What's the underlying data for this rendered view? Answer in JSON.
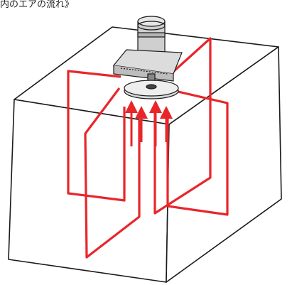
{
  "caption": "内のエアの流れ》",
  "colors": {
    "airflow": "#e8262a",
    "outline": "#1a1a1a",
    "background": "#ffffff"
  },
  "icons": [
    "room-box",
    "ceiling-fan-unit",
    "airflow-arrow"
  ]
}
